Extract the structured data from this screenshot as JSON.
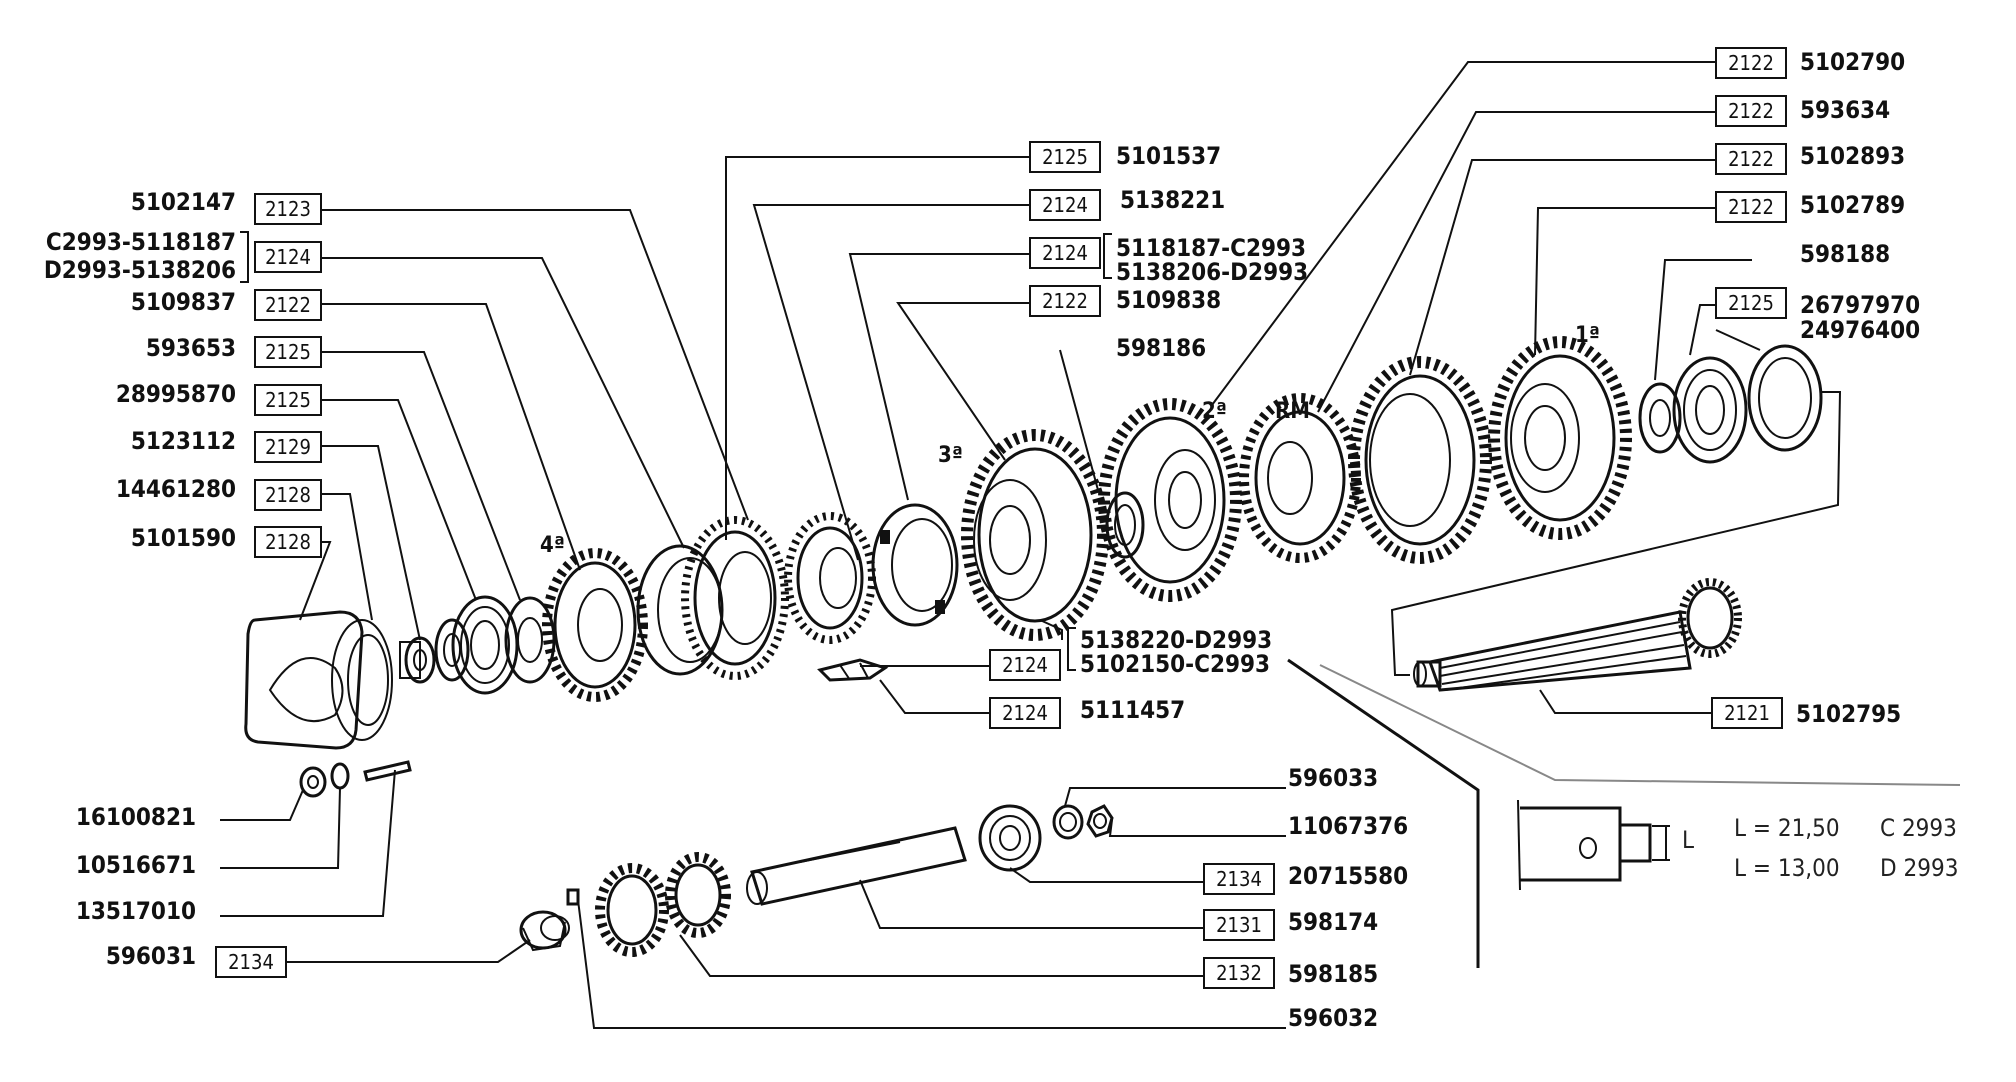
{
  "diagram": {
    "part_labels": [
      {
        "box": "2122",
        "part": "5102790"
      },
      {
        "box": "2122",
        "part": "593634"
      },
      {
        "box": "2122",
        "part": "5102893"
      },
      {
        "box": "2122",
        "part": "5102789"
      },
      {
        "box": "",
        "part": "598188"
      },
      {
        "box": "2125",
        "part": "26797970"
      },
      {
        "box": "",
        "part": "24976400"
      },
      {
        "box": "2125",
        "part": "5101537"
      },
      {
        "box": "2124",
        "part": "5138221"
      },
      {
        "box": "2124",
        "part": "5118187-C2993"
      },
      {
        "box": "",
        "part": "5138206-D2993"
      },
      {
        "box": "2122",
        "part": "5109838"
      },
      {
        "box": "",
        "part": "598186"
      },
      {
        "box": "2123",
        "part": "5102147"
      },
      {
        "box": "2124",
        "part": "C2993-5118187"
      },
      {
        "box": "",
        "part": "D2993-5138206"
      },
      {
        "box": "2122",
        "part": "5109837"
      },
      {
        "box": "2125",
        "part": "593653"
      },
      {
        "box": "2125",
        "part": "28995870"
      },
      {
        "box": "2129",
        "part": "5123112"
      },
      {
        "box": "2128",
        "part": "14461280"
      },
      {
        "box": "2128",
        "part": "5101590"
      },
      {
        "box": "2124",
        "part": "5138220-D2993"
      },
      {
        "box": "",
        "part": "5102150-C2993"
      },
      {
        "box": "2124",
        "part": "5111457"
      },
      {
        "box": "2121",
        "part": "5102795"
      },
      {
        "box": "",
        "part": "16100821"
      },
      {
        "box": "",
        "part": "10516671"
      },
      {
        "box": "",
        "part": "13517010"
      },
      {
        "box": "2134",
        "part": "596031"
      },
      {
        "box": "",
        "part": "596033"
      },
      {
        "box": "",
        "part": "11067376"
      },
      {
        "box": "2134",
        "part": "20715580"
      },
      {
        "box": "2131",
        "part": "598174"
      },
      {
        "box": "2132",
        "part": "598185"
      },
      {
        "box": "",
        "part": "596032"
      }
    ],
    "gear_markers": [
      "1ª",
      "2ª",
      "3ª",
      "4ª",
      "RM"
    ],
    "dimension_note": {
      "symbol": "L",
      "rows": [
        {
          "value": "L = 21,50",
          "model": "C 2993"
        },
        {
          "value": "L = 13,00",
          "model": "D 2993"
        }
      ]
    }
  }
}
